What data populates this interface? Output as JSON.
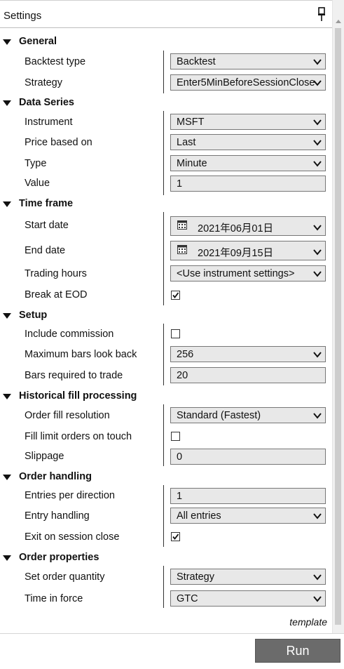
{
  "window": {
    "title": "Settings"
  },
  "categories": {
    "general": "General",
    "data_series": "Data Series",
    "time_frame": "Time frame",
    "setup": "Setup",
    "historical": "Historical fill processing",
    "order_handling": "Order handling",
    "order_properties": "Order properties"
  },
  "props": {
    "backtest_type": {
      "label": "Backtest type",
      "value": "Backtest"
    },
    "strategy": {
      "label": "Strategy",
      "value": "Enter5MinBeforeSessionClose"
    },
    "instrument": {
      "label": "Instrument",
      "value": "MSFT"
    },
    "price_based_on": {
      "label": "Price based on",
      "value": "Last"
    },
    "type": {
      "label": "Type",
      "value": "Minute"
    },
    "value": {
      "label": "Value",
      "value": "1"
    },
    "start_date": {
      "label": "Start date",
      "value": "2021年06月01日"
    },
    "end_date": {
      "label": "End date",
      "value": "2021年09月15日"
    },
    "trading_hours": {
      "label": "Trading hours",
      "value": "<Use instrument settings>"
    },
    "break_at_eod": {
      "label": "Break at EOD",
      "checked": true
    },
    "include_commission": {
      "label": "Include commission",
      "checked": false
    },
    "max_bars_look_back": {
      "label": "Maximum bars look back",
      "value": "256"
    },
    "bars_required": {
      "label": "Bars required to trade",
      "value": "20"
    },
    "order_fill_resolution": {
      "label": "Order fill resolution",
      "value": "Standard (Fastest)"
    },
    "fill_limit_on_touch": {
      "label": "Fill limit orders on touch",
      "checked": false
    },
    "slippage": {
      "label": "Slippage",
      "value": "0"
    },
    "entries_per_direction": {
      "label": "Entries per direction",
      "value": "1"
    },
    "entry_handling": {
      "label": "Entry handling",
      "value": "All entries"
    },
    "exit_on_session_close": {
      "label": "Exit on session close",
      "checked": true
    },
    "set_order_quantity": {
      "label": "Set order quantity",
      "value": "Strategy"
    },
    "time_in_force": {
      "label": "Time in force",
      "value": "GTC"
    }
  },
  "footer": {
    "template_label": "template",
    "run_label": "Run"
  }
}
